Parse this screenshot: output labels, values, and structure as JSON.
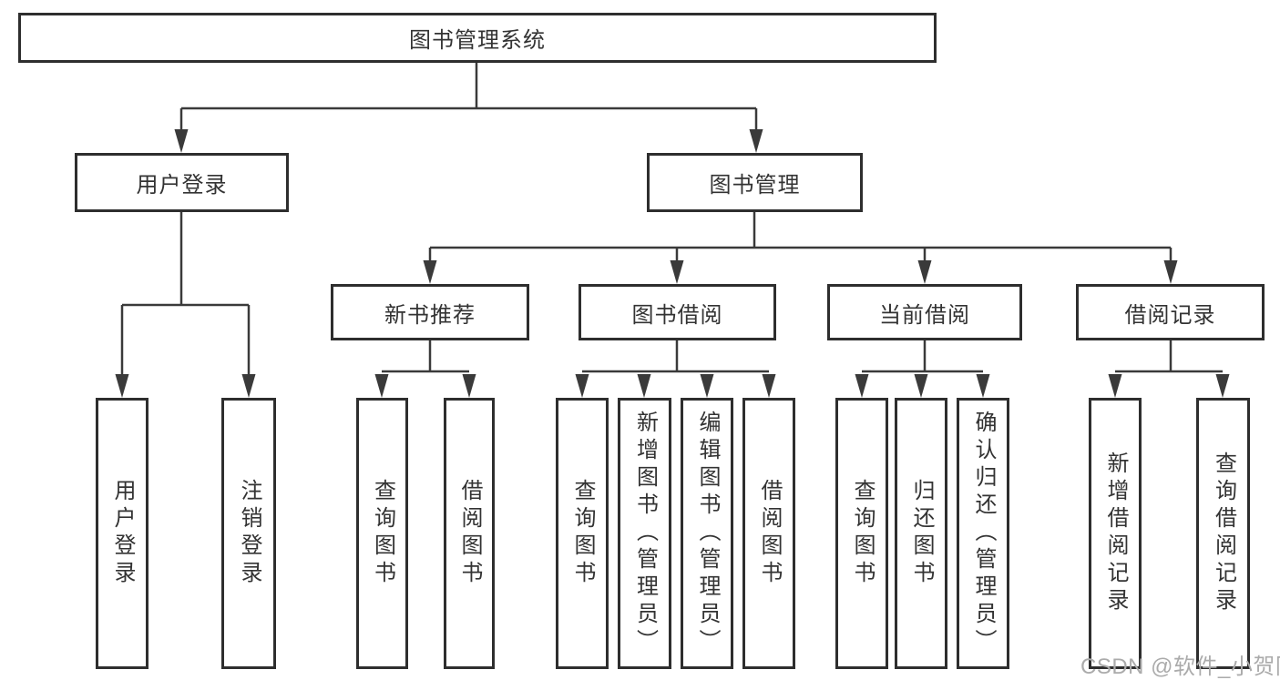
{
  "diagram_title": "图书管理系统",
  "tree": {
    "root": {
      "label": "图书管理系统"
    },
    "branches": [
      {
        "label": "用户登录",
        "children": [
          "用户登录",
          "注销登录"
        ]
      },
      {
        "label": "图书管理",
        "groups": [
          {
            "label": "新书推荐",
            "children": [
              "查询图书",
              "借阅图书"
            ]
          },
          {
            "label": "图书借阅",
            "children": [
              "查询图书",
              "新增图书（管理员）",
              "编辑图书（管理员）",
              "借阅图书"
            ]
          },
          {
            "label": "当前借阅",
            "children": [
              "查询图书",
              "归还图书",
              "确认归还（管理员）"
            ]
          },
          {
            "label": "借阅记录",
            "children": [
              "新增借阅记录",
              "查询借阅记录"
            ]
          }
        ]
      }
    ]
  },
  "watermark": "CSDN @软件_小贺同学",
  "colors": {
    "line": "#3a3a3a",
    "box_border": "#2e2e2e",
    "text": "#333333",
    "watermark": "#ababab",
    "background": "#ffffff"
  }
}
